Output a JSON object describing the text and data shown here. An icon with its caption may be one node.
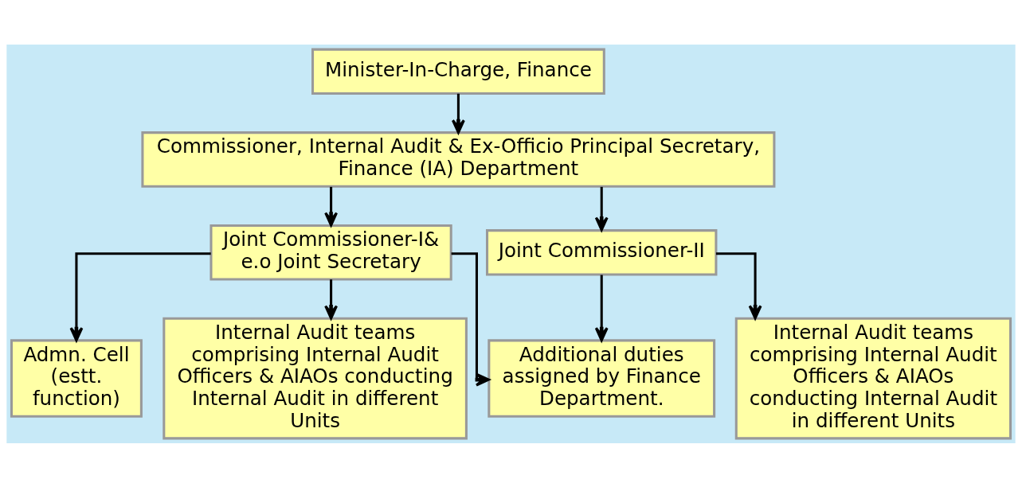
{
  "diagram": {
    "nodes": [
      {
        "text": [
          "Minister-In-Charge, Finance"
        ]
      },
      {
        "text": [
          "Commissioner, Internal Audit & Ex-Officio Principal Secretary, Finance (IA) Department"
        ]
      },
      {
        "text": [
          "Joint Commissioner-I& e.o Joint Secretary"
        ]
      },
      {
        "text": [
          "Joint Commissioner-II"
        ]
      },
      {
        "text": [
          "Admn. Cell (estt. function)"
        ]
      },
      {
        "text": [
          "Internal Audit teams comprising Internal Audit Officers & AIAOs conducting Internal Audit in different Units"
        ]
      },
      {
        "text": [
          "Additional duties assigned by Finance Department."
        ]
      },
      {
        "text": [
          "Internal Audit teams comprising Internal Audit Officers & AIAOs conducting Internal Audit in different Units"
        ]
      }
    ],
    "edges": [
      {
        "from": 0,
        "to": 1,
        "arrow": "to"
      },
      {
        "from": 1,
        "to": 2,
        "arrow": "to"
      },
      {
        "from": 1,
        "to": 3,
        "arrow": "to"
      },
      {
        "from": 2,
        "to": 4,
        "arrow": "to"
      },
      {
        "from": 2,
        "to": 5,
        "arrow": "to"
      },
      {
        "from": 2,
        "to": 6,
        "arrow": "to"
      },
      {
        "from": 3,
        "to": 6,
        "arrow": "to"
      },
      {
        "from": 3,
        "to": 7,
        "arrow": "to"
      }
    ]
  }
}
